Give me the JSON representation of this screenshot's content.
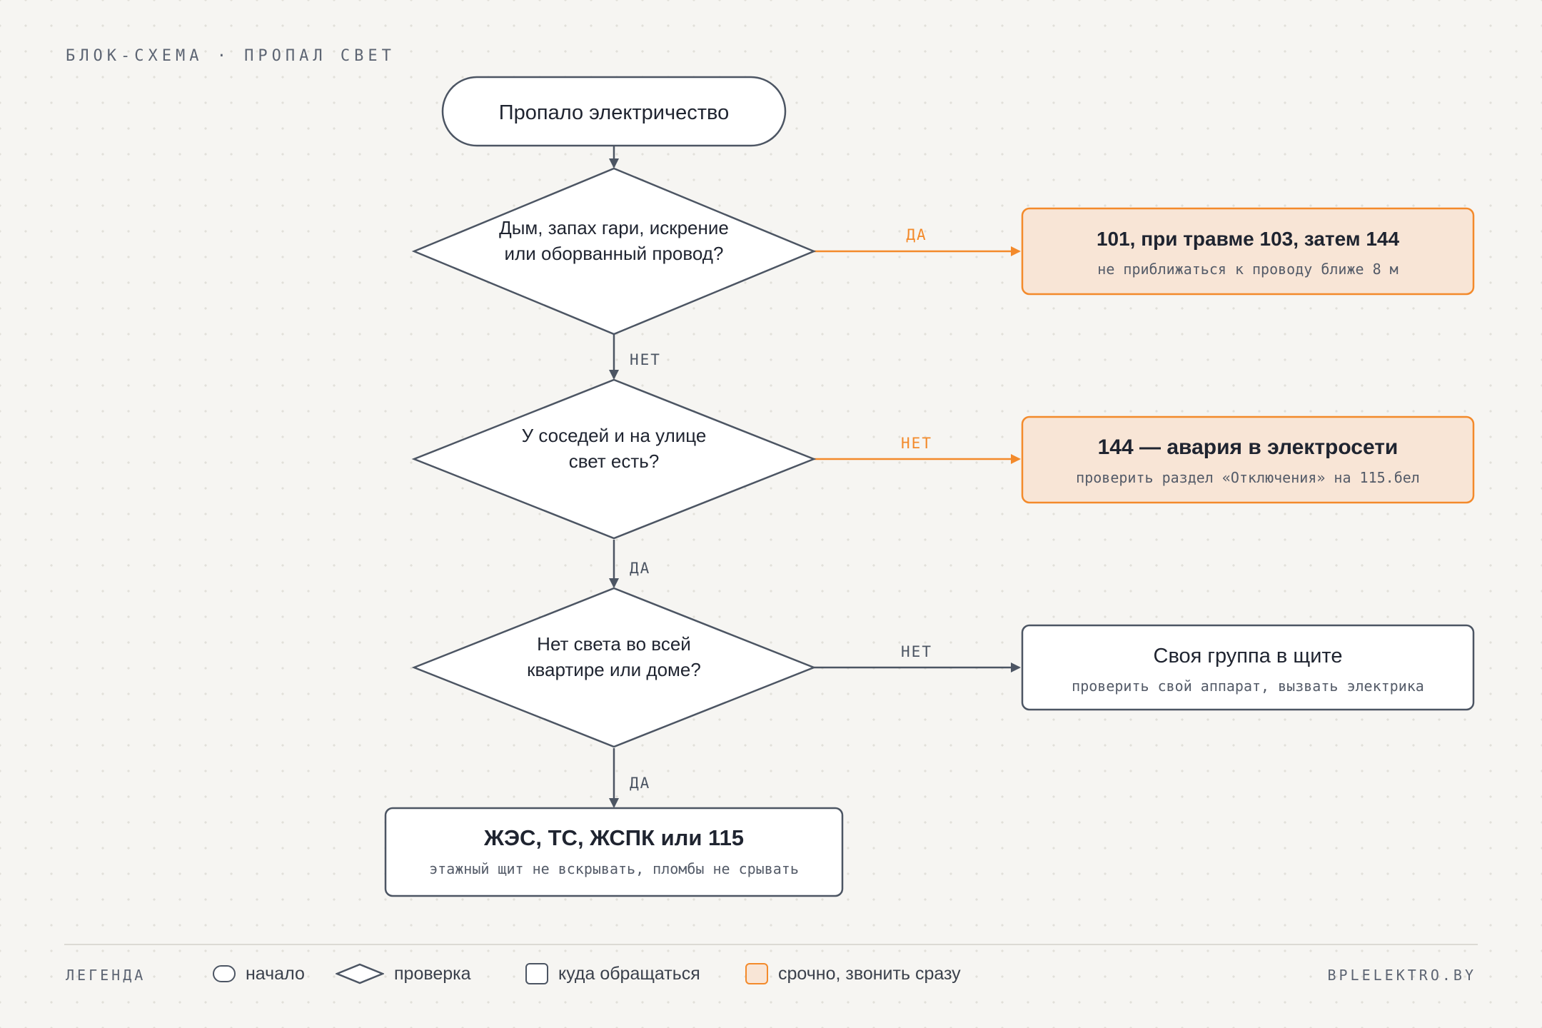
{
  "header": {
    "title": "БЛОК-СХЕМА · ПРОПАЛ СВЕТ"
  },
  "colors": {
    "stroke": "#4c5563",
    "urgent": "#f38a2b",
    "urgent_fill": "#f8e5d6",
    "node_fill": "#ffffff",
    "background": "#f6f5f2"
  },
  "nodes": {
    "start": {
      "label": "Пропало электричество"
    },
    "q1": {
      "line1": "Дым, запах гари, искрение",
      "line2": "или оборванный провод?"
    },
    "q2": {
      "line1": "У соседей и на улице",
      "line2": "свет есть?"
    },
    "q3": {
      "line1": "Нет света во всей",
      "line2": "квартире или доме?"
    },
    "r1": {
      "title": "101, при травме 103, затем 144",
      "subtitle": "не приближаться к проводу ближе 8 м",
      "urgent": true
    },
    "r2": {
      "title": "144 — авария в электросети",
      "subtitle": "проверить раздел «Отключения» на 115.бел",
      "urgent": true
    },
    "r3": {
      "title": "Своя группа в щите",
      "subtitle": "проверить свой аппарат, вызвать электрика",
      "urgent": false
    },
    "r4": {
      "title": "ЖЭС, ТС, ЖСПК или 115",
      "subtitle": "этажный щит не вскрывать, пломбы не срывать",
      "urgent": false
    }
  },
  "edges": {
    "q1_yes": "ДА",
    "q1_no": "НЕТ",
    "q2_no": "НЕТ",
    "q2_yes": "ДА",
    "q3_no": "НЕТ",
    "q3_yes": "ДА"
  },
  "legend": {
    "title": "ЛЕГЕНДА",
    "items": [
      {
        "icon": "pill-shape-icon",
        "label": "начало"
      },
      {
        "icon": "diamond-shape-icon",
        "label": "проверка"
      },
      {
        "icon": "box-shape-icon",
        "label": "куда обращаться"
      },
      {
        "icon": "urgent-box-icon",
        "label": "срочно, звонить сразу"
      }
    ]
  },
  "footer": {
    "site": "BPLELEKTRO.BY"
  }
}
